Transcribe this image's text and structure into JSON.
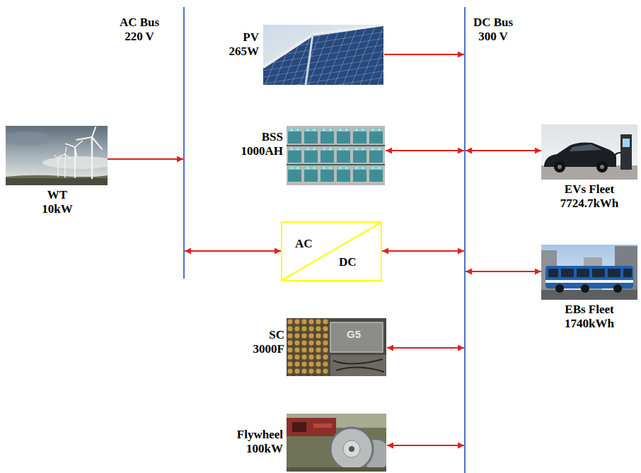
{
  "diagram": {
    "nodes": [
      {
        "text": [
          "AC Bus 220 V"
        ]
      },
      {
        "text": [
          "DC Bus 300 V"
        ]
      },
      {
        "text": [
          "WT 10kW"
        ]
      },
      {
        "text": [
          "PV 265W"
        ]
      },
      {
        "text": [
          "BSS 1000AH"
        ]
      },
      {
        "text": [
          "AC",
          "DC"
        ]
      },
      {
        "text": [
          "SC 3000F"
        ]
      },
      {
        "text": [
          "Flywheel 100kW"
        ]
      },
      {
        "text": [
          "EVs Fleet 7724.7kWh"
        ]
      },
      {
        "text": [
          "EBs Fleet 1740kWh"
        ]
      }
    ],
    "edges": [
      {
        "from": 2,
        "to": 0,
        "arrow": "to"
      },
      {
        "from": 3,
        "to": 1,
        "arrow": "to"
      },
      {
        "from": 4,
        "to": 1,
        "arrow": "both"
      },
      {
        "from": 0,
        "to": 5,
        "arrow": "both"
      },
      {
        "from": 5,
        "to": 1,
        "arrow": "both"
      },
      {
        "from": 6,
        "to": 1,
        "arrow": "both"
      },
      {
        "from": 7,
        "to": 1,
        "arrow": "both"
      },
      {
        "from": 1,
        "to": 8,
        "arrow": "both"
      },
      {
        "from": 1,
        "to": 9,
        "arrow": "both"
      }
    ],
    "labels": [
      "G5"
    ]
  }
}
